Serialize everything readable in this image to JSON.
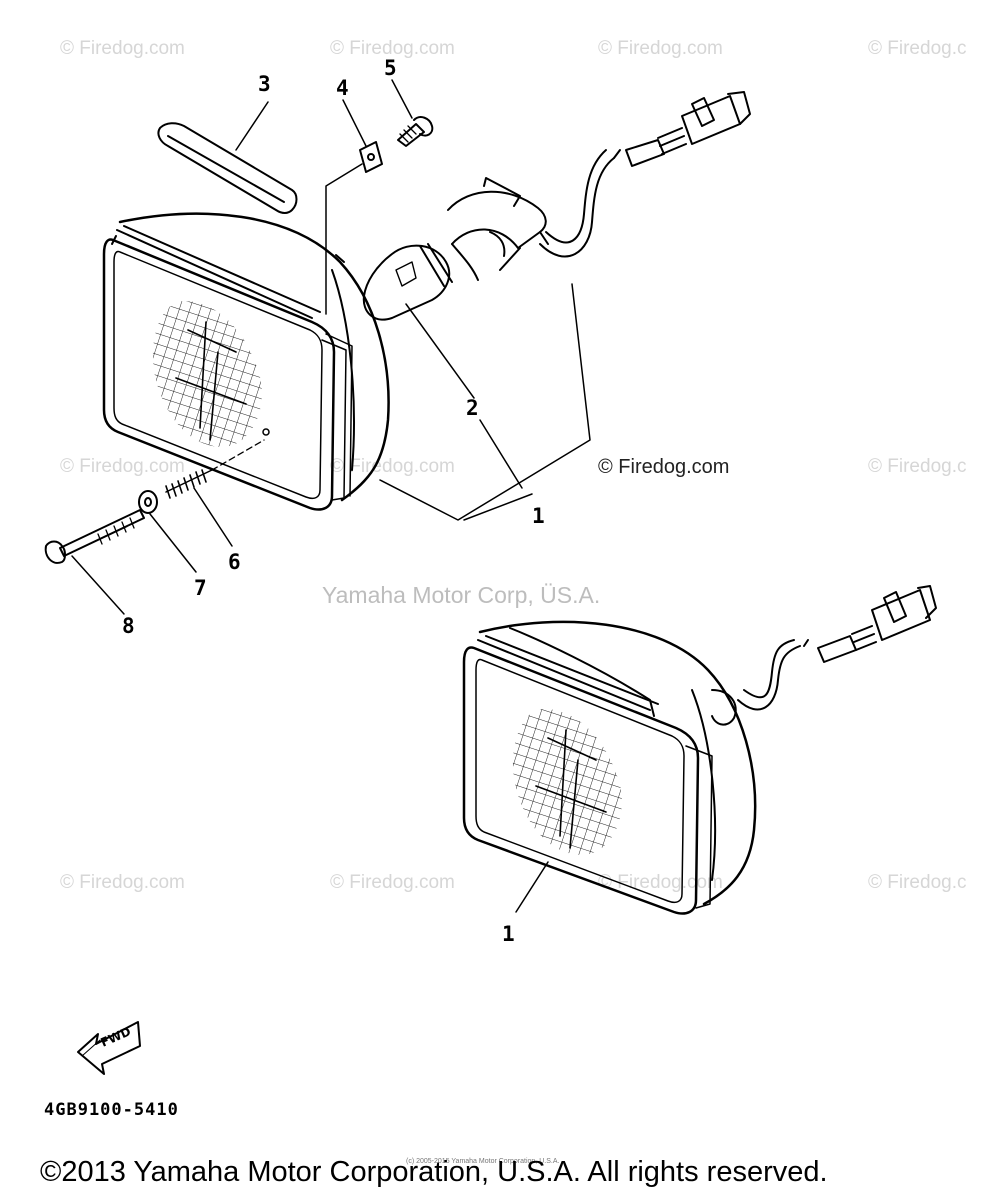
{
  "watermarks": {
    "firedog": "© Firedog.com",
    "firedog_partial": "© Firedog.c",
    "firedog_dark": "© Firedog.com",
    "yamaha_center": "Yamaha Motor Corp, ÜS.A."
  },
  "callouts": {
    "n1": "1",
    "n2": "2",
    "n3": "3",
    "n4": "4",
    "n5": "5",
    "n6": "6",
    "n7": "7",
    "n8": "8",
    "n1b": "1"
  },
  "fwd_label": "FWD",
  "part_code": "4GB9100-5410",
  "tiny_copyright": "(c) 2005-2015 Yamaha Motor Corporation, U.S.A.",
  "copyright": "©2013 Yamaha Motor Corporation, U.S.A. All rights reserved."
}
